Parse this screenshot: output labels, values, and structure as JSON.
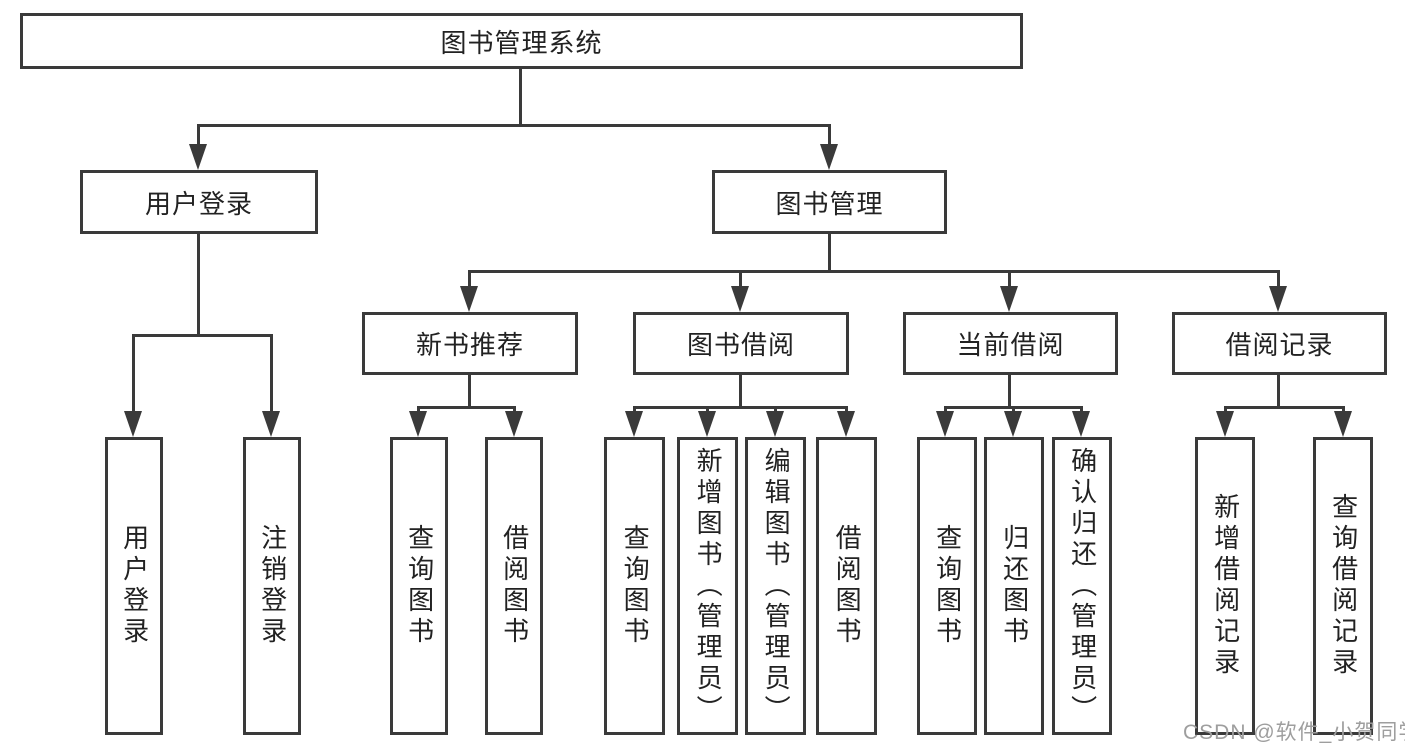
{
  "diagram": {
    "root": {
      "label": "图书管理系统"
    },
    "branches": [
      {
        "label": "用户登录",
        "children": [
          {
            "label": "用户登录"
          },
          {
            "label": "注销登录"
          }
        ]
      },
      {
        "label": "图书管理",
        "children": [
          {
            "label": "新书推荐",
            "children": [
              {
                "label": "查询图书"
              },
              {
                "label": "借阅图书"
              }
            ]
          },
          {
            "label": "图书借阅",
            "children": [
              {
                "label": "查询图书"
              },
              {
                "label": "新增图书（管理员）"
              },
              {
                "label": "编辑图书（管理员）"
              },
              {
                "label": "借阅图书"
              }
            ]
          },
          {
            "label": "当前借阅",
            "children": [
              {
                "label": "查询图书"
              },
              {
                "label": "归还图书"
              },
              {
                "label": "确认归还（管理员）"
              }
            ]
          },
          {
            "label": "借阅记录",
            "children": [
              {
                "label": "新增借阅记录"
              },
              {
                "label": "查询借阅记录"
              }
            ]
          }
        ]
      }
    ]
  },
  "watermark": {
    "text": "CSDN @软件_小贺同学"
  },
  "colors": {
    "line": "#3a3a3a",
    "text": "#222222",
    "watermark": "#9e9e9e",
    "background": "#ffffff"
  }
}
